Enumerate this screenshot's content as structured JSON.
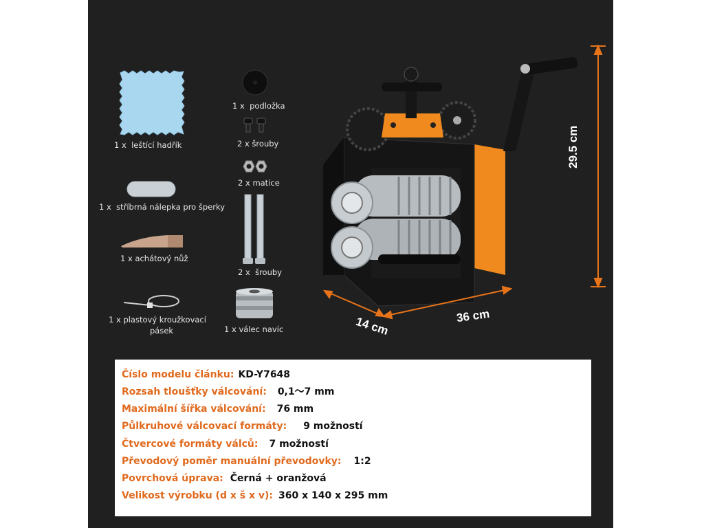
{
  "colors": {
    "background": "#202020",
    "accent": "#f08a1e",
    "spec_label": "#e06a1e",
    "spec_value": "#111111"
  },
  "accessories": [
    {
      "qty": "1 x",
      "name": "leštící hadřík",
      "icon": "polishing-cloth-icon"
    },
    {
      "qty": "1 x",
      "name": "stříbrná nálepka pro šperky",
      "icon": "silver-sticker-icon"
    },
    {
      "qty": "1 x",
      "name": "achátový nůž",
      "icon": "agate-knife-icon"
    },
    {
      "qty": "1 x",
      "name": "plastový kroužkovací",
      "name2": "pásek",
      "icon": "cable-tie-icon"
    },
    {
      "qty": "1 x",
      "name": "podložka",
      "icon": "washer-icon"
    },
    {
      "qty": "2 x",
      "name": "šrouby",
      "icon": "small-screws-icon"
    },
    {
      "qty": "2 x",
      "name": "matice",
      "icon": "nuts-icon"
    },
    {
      "qty": "2 x",
      "name": "šrouby",
      "icon": "long-bolts-icon"
    },
    {
      "qty": "1 x",
      "name": "válec navíc",
      "icon": "extra-roller-icon"
    }
  ],
  "dimensions": {
    "height": "29.5 cm",
    "length": "36 cm",
    "depth": "14 cm"
  },
  "specs": [
    {
      "label": "Číslo modelu článku:",
      "value": "KD-Y7648"
    },
    {
      "label": "Rozsah tloušťky válcování:",
      "value": "0,1～7 mm"
    },
    {
      "label": "Maximální šířka válcování:",
      "value": "76 mm"
    },
    {
      "label": "Půlkruhové válcovací formáty:",
      "value": "9 možností"
    },
    {
      "label": "Čtvercové formáty válců:",
      "value": "7 možností"
    },
    {
      "label": "Převodový poměr manuální převodovky:",
      "value": "1:2"
    },
    {
      "label": "Povrchová úprava:",
      "value": "Černá + oranžová"
    },
    {
      "label": "Velikost výrobku (d x š x v):",
      "value": "360 x 140 x 295 mm"
    }
  ]
}
